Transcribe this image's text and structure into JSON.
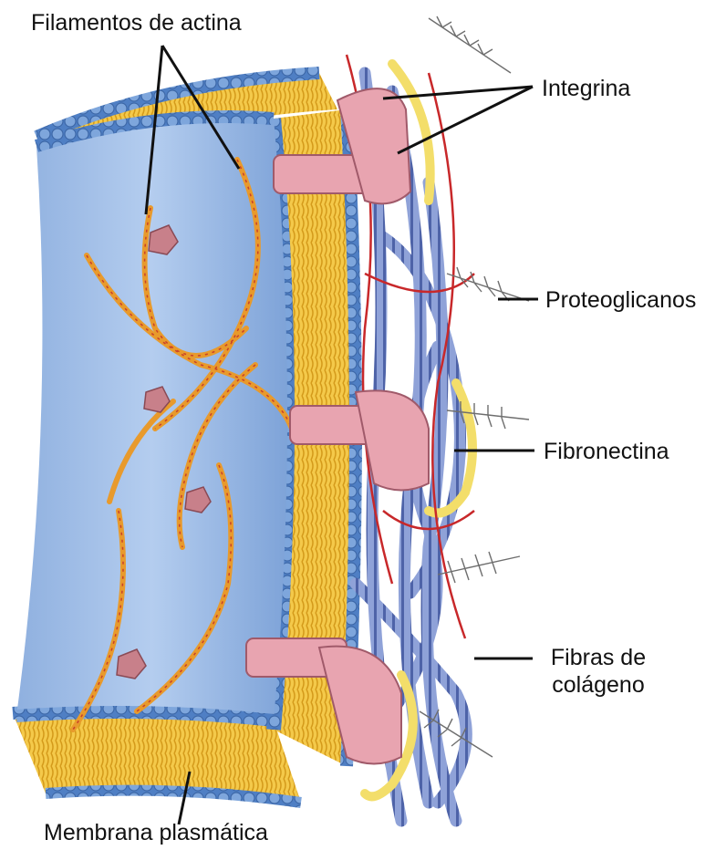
{
  "labels": {
    "actin_filaments": "Filamentos de actina",
    "integrin": "Integrina",
    "proteoglycans": "Proteoglicanos",
    "fibronectin": "Fibronectina",
    "collagen_line1": "Fibras de",
    "collagen_line2": "colágeno",
    "plasma_membrane": "Membrana plasmática"
  },
  "colors": {
    "cytoplasm": "#a9c4e8",
    "membrane_head": "#6f9bd3",
    "lipid_tail": "#f2c232",
    "integrin": "#e8a4b0",
    "fibronectin": "#f3de6a",
    "collagen": "#8b9fd6",
    "actin": "#e89a2c",
    "proteoglycan": "#6e6e6e"
  }
}
